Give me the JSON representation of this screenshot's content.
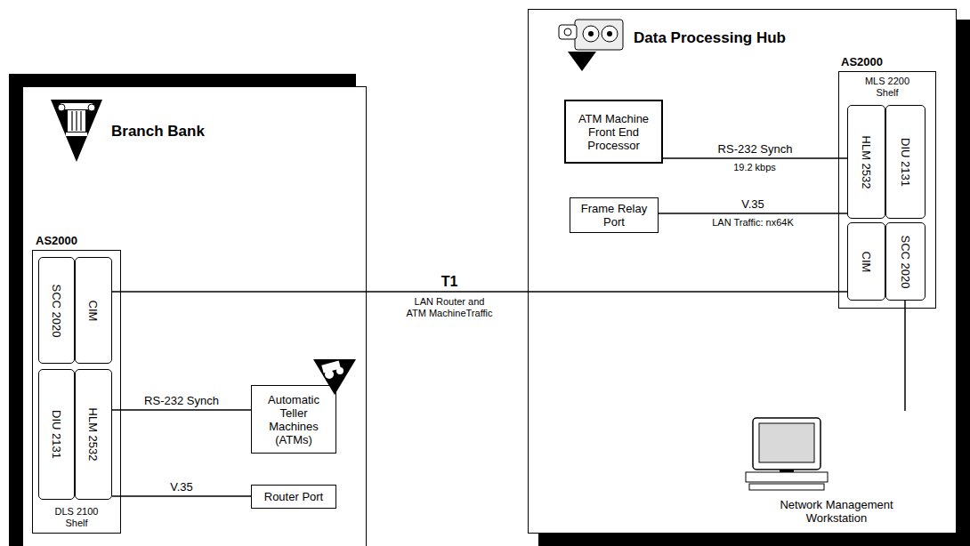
{
  "diagram": {
    "nodes": [
      {
        "text": [
          "Branch Bank"
        ]
      },
      {
        "text": [
          "AS2000",
          "DLS 2100 Shelf"
        ],
        "in": 0
      },
      {
        "text": [
          "SCC 2020"
        ],
        "in": 1
      },
      {
        "text": [
          "CIM"
        ],
        "in": 1
      },
      {
        "text": [
          "DIU 2131"
        ],
        "in": 1
      },
      {
        "text": [
          "HLM 2532"
        ],
        "in": 1
      },
      {
        "text": [
          "Automatic Teller Machines (ATMs)"
        ],
        "in": 0
      },
      {
        "text": [
          "Router Port"
        ],
        "in": 0
      },
      {
        "text": [
          "Data Processing Hub"
        ]
      },
      {
        "text": [
          "AS2000",
          "MLS 2200 Shelf"
        ],
        "in": 8
      },
      {
        "text": [
          "HLM 2532"
        ],
        "in": 9
      },
      {
        "text": [
          "DIU 2131"
        ],
        "in": 9
      },
      {
        "text": [
          "CIM"
        ],
        "in": 9
      },
      {
        "text": [
          "SCC 2020"
        ],
        "in": 9
      },
      {
        "text": [
          "ATM Machine Front End Processor"
        ],
        "in": 8
      },
      {
        "text": [
          "Frame Relay Port"
        ],
        "in": 8
      },
      {
        "text": [
          "Network Management Workstation"
        ],
        "in": 8
      }
    ],
    "edges": [
      {
        "from": 3,
        "to": 12,
        "label": "T1",
        "arrow": "none"
      },
      {
        "from": 5,
        "to": 6,
        "label": "RS-232 Synch",
        "arrow": "none"
      },
      {
        "from": 5,
        "to": 7,
        "label": "V.35",
        "arrow": "none"
      },
      {
        "from": 14,
        "to": 10,
        "label": "RS-232 Synch",
        "arrow": "none"
      },
      {
        "from": 15,
        "to": 10,
        "label": "V.35",
        "arrow": "none"
      },
      {
        "from": 13,
        "to": 16,
        "arrow": "none"
      }
    ],
    "labels": [
      "LAN Router and ATM MachineTraffic",
      "19.2 kbps",
      "LAN Traffic: nx64K"
    ]
  }
}
